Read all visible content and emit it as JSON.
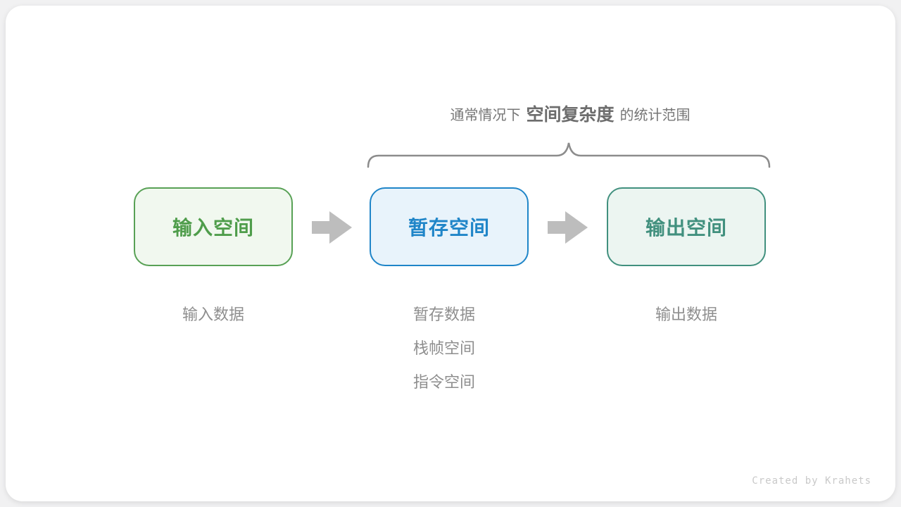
{
  "caption": {
    "prefix": "通常情况下",
    "highlight": "空间复杂度",
    "suffix": "的统计范围"
  },
  "boxes": [
    {
      "id": "input-space",
      "label": "输入空间"
    },
    {
      "id": "temp-space",
      "label": "暂存空间"
    },
    {
      "id": "output-space",
      "label": "输出空间"
    }
  ],
  "annotations": {
    "input": {
      "line1": "输入数据"
    },
    "temp": {
      "line1": "暂存数据",
      "line2": "栈帧空间",
      "line3": "指令空间"
    },
    "output": {
      "line1": "输出数据"
    }
  },
  "credit": "Created by Krahets",
  "colors": {
    "input_border": "#58a155",
    "input_bg": "#f1f8ef",
    "input_text": "#4f9d4b",
    "temp_border": "#1f85c8",
    "temp_bg": "#e8f3fb",
    "temp_text": "#1f85c8",
    "output_border": "#41907e",
    "output_bg": "#ecf5f1",
    "output_text": "#41907e",
    "arrow": "#bdbdbd",
    "brace": "#8c8c8c",
    "caption_text": "#767676",
    "note_text": "#8e8e8e",
    "credit_text": "#c9c9c9",
    "card_bg": "#ffffff",
    "page_bg": "#f1f1f2"
  }
}
